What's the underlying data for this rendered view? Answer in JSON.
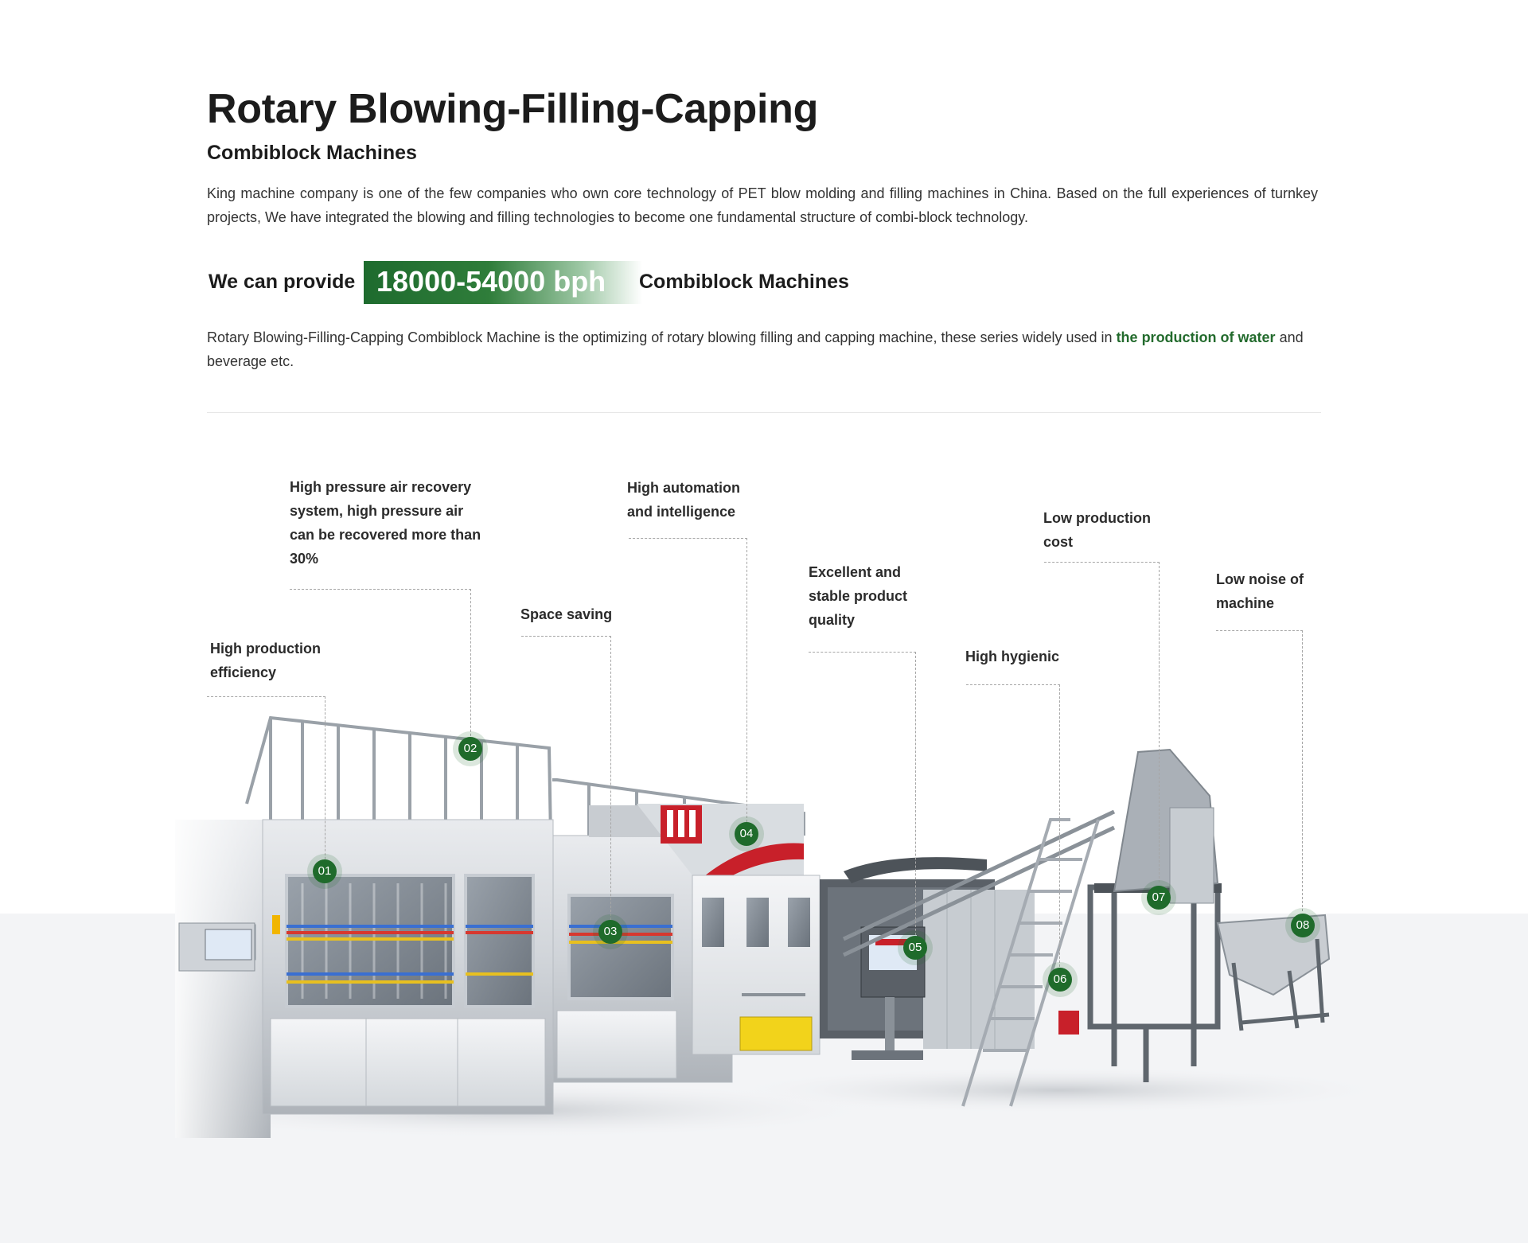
{
  "header": {
    "title": "Rotary Blowing-Filling-Capping",
    "subtitle": "Combiblock Machines",
    "intro": "King machine company is one of the few companies who own core technology of PET blow molding and filling machines in China. Based on the full experiences of turnkey projects, We have integrated the blowing and filling technologies to become one fundamental structure of combi-block technology."
  },
  "capacity": {
    "prefix": "We can provide",
    "value": "18000-54000 bph",
    "suffix": "Combiblock Machines"
  },
  "description": {
    "text_before": "Rotary Blowing-Filling-Capping Combiblock Machine is the optimizing of rotary blowing filling and capping machine, these series widely used in ",
    "highlight": "the production of water",
    "text_after": " and beverage etc."
  },
  "features": [
    {
      "number": "01",
      "label": "High production efficiency"
    },
    {
      "number": "02",
      "label": "High pressure air recovery system, high pressure air can be recovered more than 30%"
    },
    {
      "number": "03",
      "label": "Space saving"
    },
    {
      "number": "04",
      "label": "High automation and intelligence"
    },
    {
      "number": "05",
      "label": "Excellent and stable product quality"
    },
    {
      "number": "06",
      "label": "High hygienic"
    },
    {
      "number": "07",
      "label": "Low production cost"
    },
    {
      "number": "08",
      "label": "Low noise of machine"
    }
  ],
  "colors": {
    "brand_green": "#1f6b2b",
    "highlight_green": "#236b2d",
    "background_band": "#f3f4f6"
  }
}
